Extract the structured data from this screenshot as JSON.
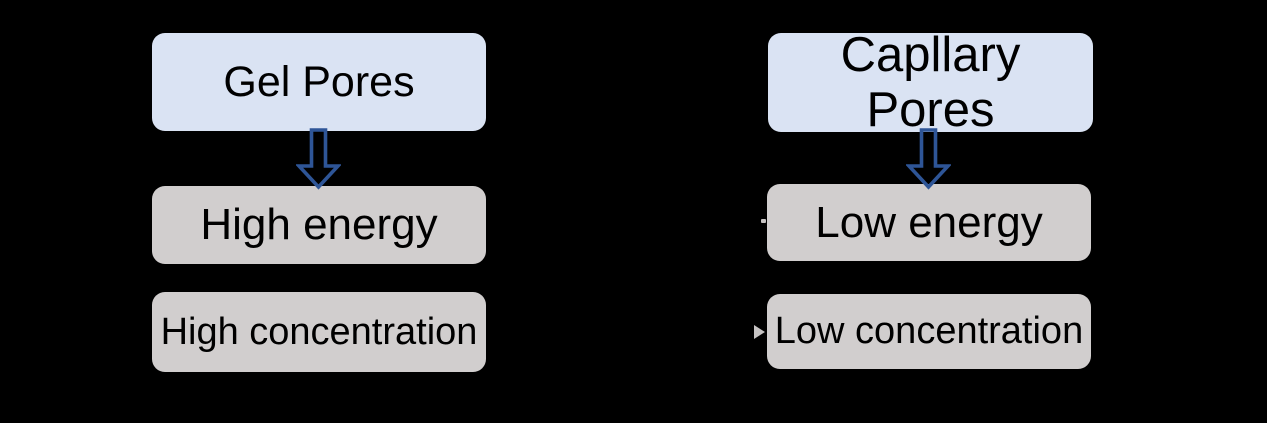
{
  "title": "Pore type energy and concentration diagram",
  "colors": {
    "background": "#000000",
    "top_box": "#dae3f3",
    "gray_box": "#d1cece",
    "arrow": "#2e5597",
    "text": "#000000",
    "artifact": "#c6c3c3"
  },
  "columns": [
    {
      "name": "gel-pores",
      "top_box": {
        "lines": [
          "Gel Pores"
        ]
      },
      "energy_box": {
        "label": "High energy"
      },
      "concentration_box": {
        "label": "High concentration"
      }
    },
    {
      "name": "capillary-pores",
      "top_box": {
        "lines": [
          "Capllary",
          "Pores"
        ]
      },
      "energy_box": {
        "label": "Low energy"
      },
      "concentration_box": {
        "label": "Low concentration"
      }
    }
  ],
  "icons": {
    "down_arrow": "block-down-arrow"
  }
}
